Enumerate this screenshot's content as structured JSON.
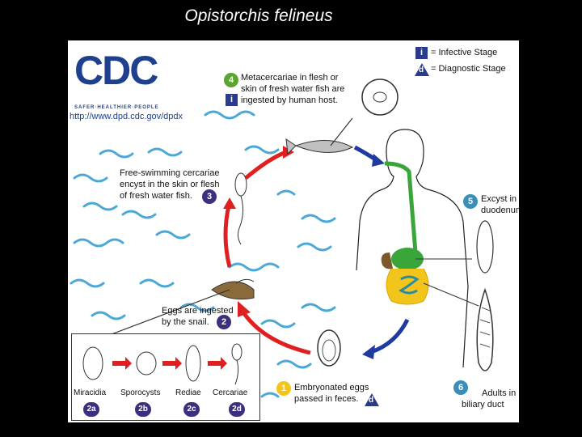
{
  "title": "Opistorchis felineus",
  "logo": {
    "letters": "CDC",
    "tagline": "SAFER·HEALTHIER·PEOPLE",
    "url": "http://www.dpd.cdc.gov/dpdx"
  },
  "legend": {
    "infective_marker": "i",
    "infective_label": "= Infective Stage",
    "diagnostic_marker": "d",
    "diagnostic_label": "= Diagnostic Stage"
  },
  "stages": {
    "s1": {
      "number": "1",
      "line1": "Embryonated eggs",
      "line2": "passed in feces."
    },
    "s2": {
      "number": "2",
      "line1": "Eggs are ingested",
      "line2": "by the snail."
    },
    "s3": {
      "number": "3",
      "line1": "Free-swimming cercariae",
      "line2": "encyst in the skin or flesh",
      "line3": "of fresh water fish."
    },
    "s4": {
      "number": "4",
      "line1": "Metacercariae in flesh or",
      "line2": "skin of fresh water fish are",
      "line3": "ingested by human host."
    },
    "s5": {
      "number": "5",
      "line1": "Excyst in",
      "line2": "duodenum"
    },
    "s6": {
      "number": "6",
      "line1": "Adults in",
      "line2": "biliary duct"
    }
  },
  "inset": {
    "items": [
      {
        "label": "Miracidia",
        "code": "2a"
      },
      {
        "label": "Sporocysts",
        "code": "2b"
      },
      {
        "label": "Rediae",
        "code": "2c"
      },
      {
        "label": "Cercariae",
        "code": "2d"
      }
    ]
  },
  "colors": {
    "infective": "#2a3a8c",
    "arrow_red": "#e02020",
    "arrow_blue": "#1f3aa0",
    "water": "#4aa8d8",
    "intestine": "#f2c51d",
    "bile_duct": "#3aa63a"
  }
}
